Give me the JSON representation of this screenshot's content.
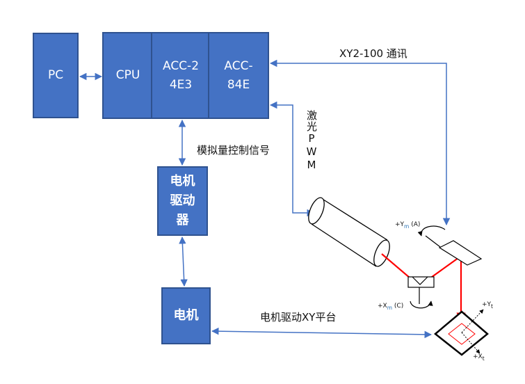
{
  "blocks": {
    "pc": "PC",
    "cpu": "CPU",
    "acc1_line1": "ACC-2",
    "acc1_line2": "4E3",
    "acc2_line1": "ACC-",
    "acc2_line2": "84E",
    "driver_line1": "电机",
    "driver_line2": "驱动",
    "driver_line3": "器",
    "motor": "电机"
  },
  "labels": {
    "xy2": "XY2-100 通讯",
    "laser": "激光PWM",
    "analog": "模拟量控制信号",
    "xy_stage": "电机驱动XY平台"
  },
  "mirror_labels": {
    "ym_prefix": "+Y",
    "ym_sub": "m",
    "ym_suffix": " (A)",
    "xm_prefix": "+X",
    "xm_sub": "m",
    "xm_suffix": " (C)",
    "yt_prefix": "+Y",
    "yt_sub": "t",
    "xt_prefix": "+X",
    "xt_sub": "t"
  },
  "colors": {
    "block_fill": "#4472c4",
    "block_border": "#2f528f",
    "connector": "#4472c4",
    "laser_beam": "#ff0000"
  }
}
